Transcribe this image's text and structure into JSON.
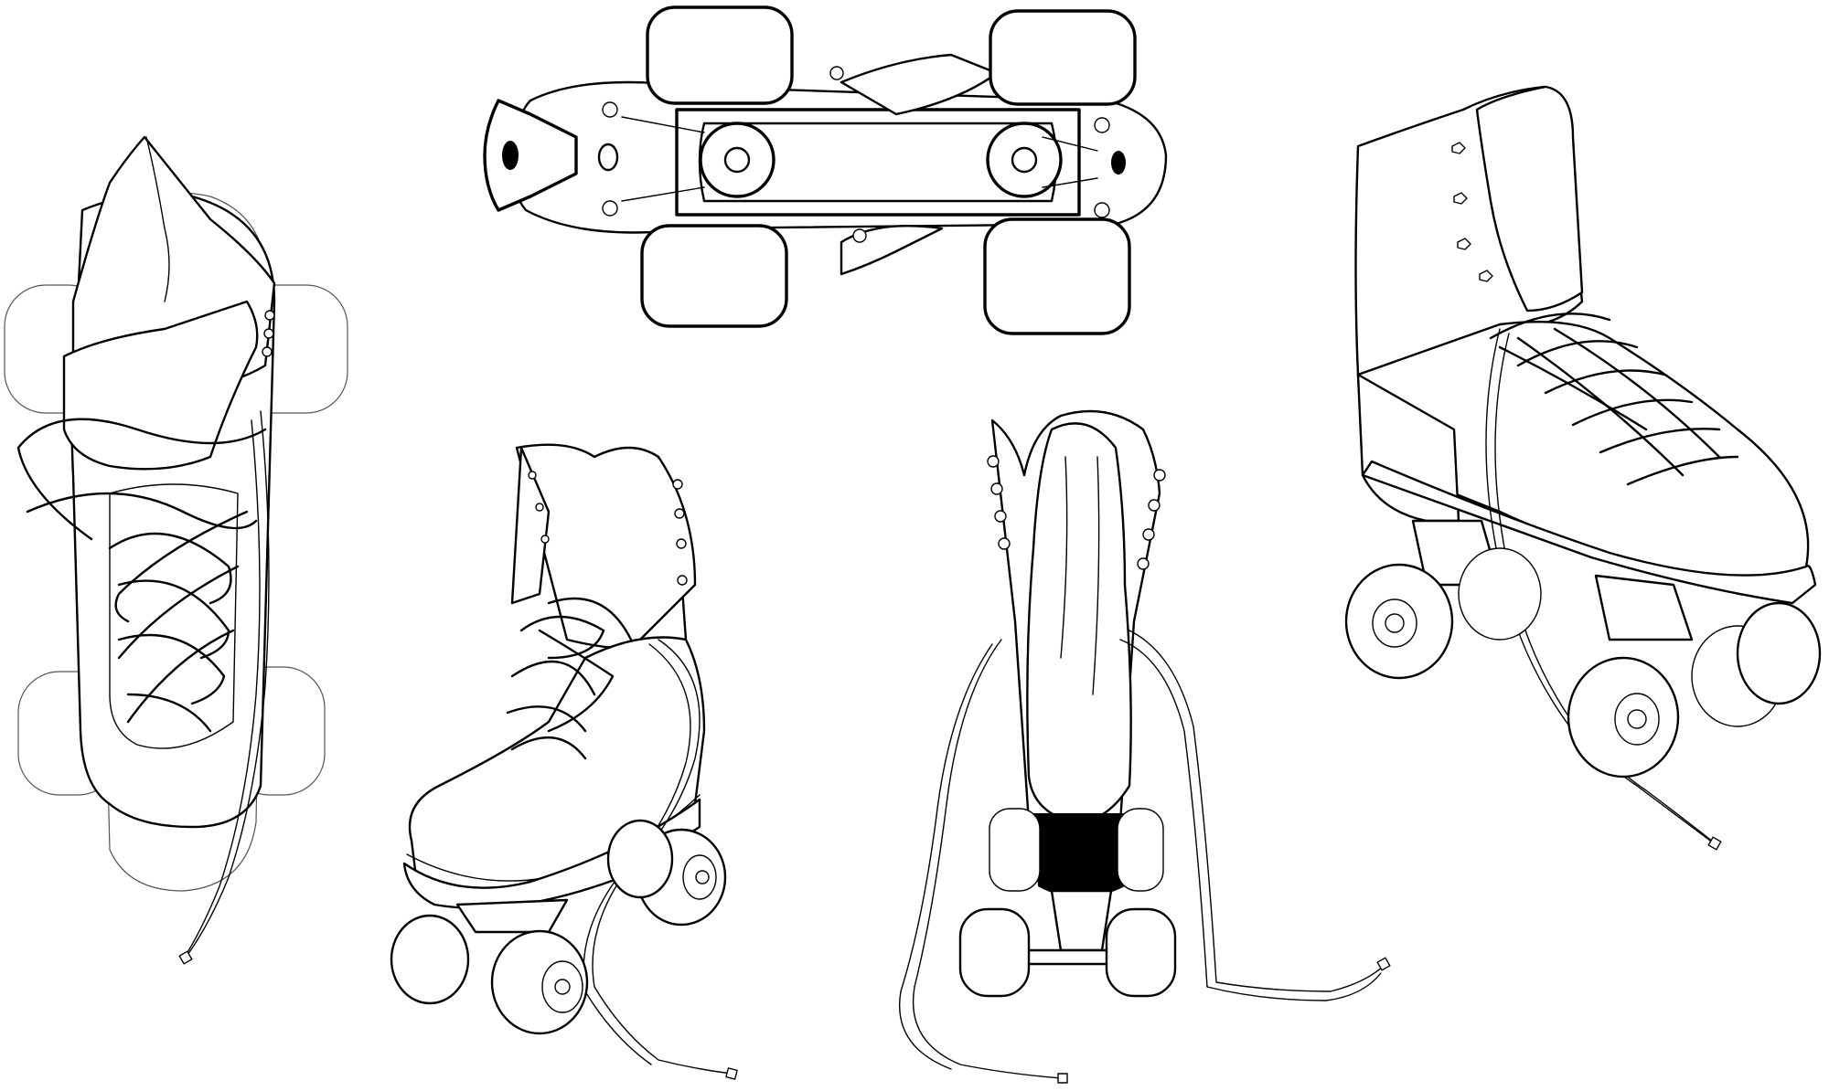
{
  "artwork": {
    "subject": "roller-skates",
    "style": "black line art on white",
    "colors": {
      "background": "#ffffff",
      "ink": "#000000"
    },
    "items": [
      {
        "name": "skate-top-view-laced"
      },
      {
        "name": "skate-bottom-view-plate"
      },
      {
        "name": "skate-three-quarter-left"
      },
      {
        "name": "skate-rear-view"
      },
      {
        "name": "skate-three-quarter-right"
      }
    ]
  }
}
